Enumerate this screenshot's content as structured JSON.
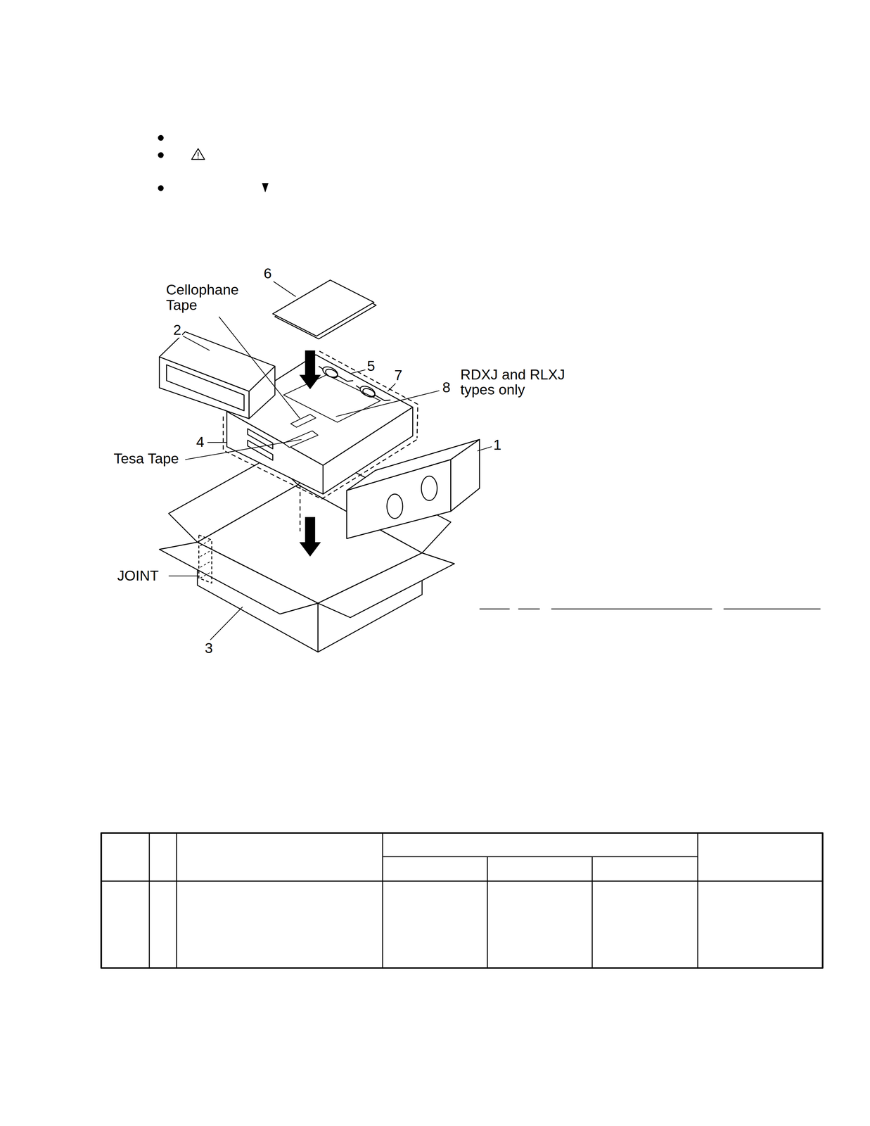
{
  "diagram": {
    "labels": [
      "6",
      "Cellophane Tape",
      "2",
      "5",
      "7",
      "8",
      "RDXJ and RLXJ types only",
      "4",
      "Tesa Tape",
      "1",
      "JOINT",
      "3"
    ]
  }
}
